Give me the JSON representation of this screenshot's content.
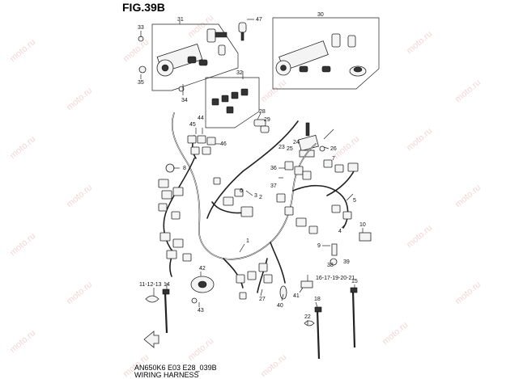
{
  "figure": {
    "title": "FIG.39B",
    "code": "AN650K6 E03 E28_039B",
    "name": "WIRING HARNESS"
  },
  "watermark": {
    "text": "moto.ru"
  },
  "callouts": [
    "31",
    "33",
    "35",
    "34",
    "47",
    "32",
    "28",
    "29",
    "23",
    "30",
    "24",
    "25",
    "26",
    "45",
    "44",
    "46",
    "8",
    "36",
    "37",
    "3",
    "2",
    "6",
    "7",
    "5",
    "4",
    "10",
    "1",
    "9",
    "38",
    "39",
    "16-17-19-20-21",
    "11-12-13",
    "14",
    "42",
    "43",
    "27",
    "41",
    "40",
    "15",
    "18",
    "22"
  ]
}
